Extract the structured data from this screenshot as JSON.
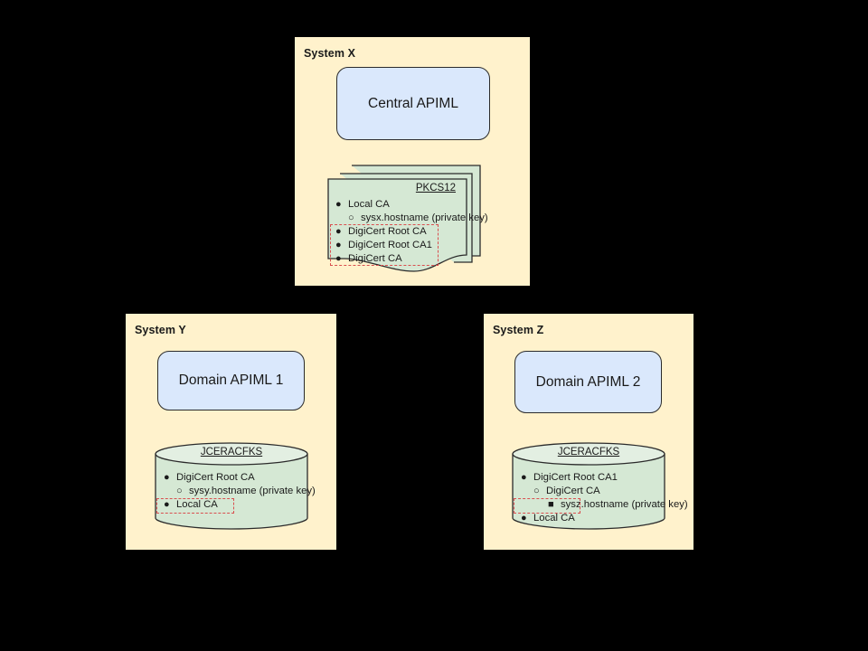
{
  "diagram": {
    "title_hidden": "",
    "colors": {
      "background": "#000000",
      "system_fill": "#fff2cc",
      "apiml_fill": "#dae8fc",
      "keystore_fill": "#d5e8d4",
      "stroke": "#000000",
      "highlight": "#d94f4f"
    }
  },
  "systems": {
    "x": {
      "label": "System X",
      "apiml": {
        "label": "Central APIML"
      },
      "keystore": {
        "type": "PKCS12",
        "title": "PKCS12",
        "entries": [
          {
            "level": 1,
            "bullet": "●",
            "text": "Local CA"
          },
          {
            "level": 2,
            "bullet": "○",
            "text": "sysx.hostname (private key)"
          },
          {
            "level": 1,
            "bullet": "●",
            "text": "DigiCert Root CA"
          },
          {
            "level": 1,
            "bullet": "●",
            "text": "DigiCert Root CA1"
          },
          {
            "level": 1,
            "bullet": "●",
            "text": "DigiCert CA"
          }
        ]
      }
    },
    "y": {
      "label": "System Y",
      "apiml": {
        "label": "Domain APIML 1"
      },
      "keystore": {
        "type": "JCERACFKS",
        "title": "JCERACFKS",
        "entries": [
          {
            "level": 1,
            "bullet": "●",
            "text": "DigiCert Root CA"
          },
          {
            "level": 2,
            "bullet": "○",
            "text": "sysy.hostname (private key)"
          },
          {
            "level": 1,
            "bullet": "●",
            "text": "Local CA"
          }
        ]
      }
    },
    "z": {
      "label": "System Z",
      "apiml": {
        "label": "Domain APIML 2"
      },
      "keystore": {
        "type": "JCERACFKS",
        "title": "JCERACFKS",
        "entries": [
          {
            "level": 1,
            "bullet": "●",
            "text": "DigiCert Root CA1"
          },
          {
            "level": 2,
            "bullet": "○",
            "text": "DigiCert CA"
          },
          {
            "level": 3,
            "bullet": "■",
            "text": "sysz.hostname (private key)"
          },
          {
            "level": 1,
            "bullet": "●",
            "text": "Local CA"
          }
        ]
      }
    }
  },
  "highlights": [
    {
      "name": "pkcs12-digicert-group",
      "in": "System X PKCS12",
      "lines": [
        "DigiCert Root CA",
        "DigiCert Root CA1",
        "DigiCert CA"
      ]
    },
    {
      "name": "jceracfks-y-local-ca",
      "in": "System Y JCERACFKS",
      "lines": [
        "Local CA"
      ]
    },
    {
      "name": "jceracfks-z-local-ca",
      "in": "System Z JCERACFKS",
      "lines": [
        "Local CA"
      ]
    }
  ],
  "arrows": [
    {
      "name": "inbound-left-to-central-apiml",
      "from": "left edge",
      "to": "Central APIML"
    },
    {
      "name": "inbound-right-to-central-apiml",
      "from": "right edge",
      "to": "Central APIML"
    },
    {
      "name": "pkcs12-to-central-apiml",
      "from": "PKCS12",
      "to": "Central APIML"
    },
    {
      "name": "central-apiml-to-domain-apiml-1",
      "from": "System X",
      "to": "Domain APIML 1"
    },
    {
      "name": "central-apiml-to-domain-apiml-2",
      "from": "System X",
      "to": "Domain APIML 2"
    },
    {
      "name": "keystore-y-to-domain-apiml-1",
      "from": "JCERACFKS",
      "to": "Domain APIML 1"
    },
    {
      "name": "keystore-z-to-domain-apiml-2",
      "from": "JCERACFKS",
      "to": "Domain APIML 2"
    }
  ]
}
